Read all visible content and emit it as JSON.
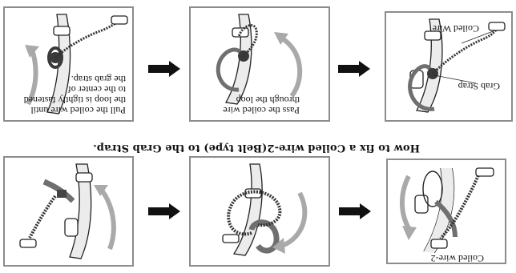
{
  "title": "How to fix a Coiled wire-2(Belt type) to the Grab Strap.",
  "labels": {
    "coiled_wire": "Coiled Wire",
    "grab_strap": "Grab Strap",
    "coiled_wire_2": "Coiled wire-2"
  },
  "notes": {
    "pass_through": [
      "Pass the coiled wire",
      "through the loop"
    ],
    "pull": [
      "Pull the coiled wire until",
      "the loop is tightly fastened",
      "to the center of",
      "the grab strap."
    ]
  },
  "colors": {
    "border": "#8c8c8c",
    "motion_arrow": "#a9a9a9",
    "step_arrow": "#111111",
    "strap_fill": "#ececec",
    "belt_fill": "#6f6f6f",
    "bead": "#3a3a3a"
  },
  "icons": {
    "step_arrow": "left-arrow-icon",
    "motion_arrow": "curved-arrow-icon"
  }
}
